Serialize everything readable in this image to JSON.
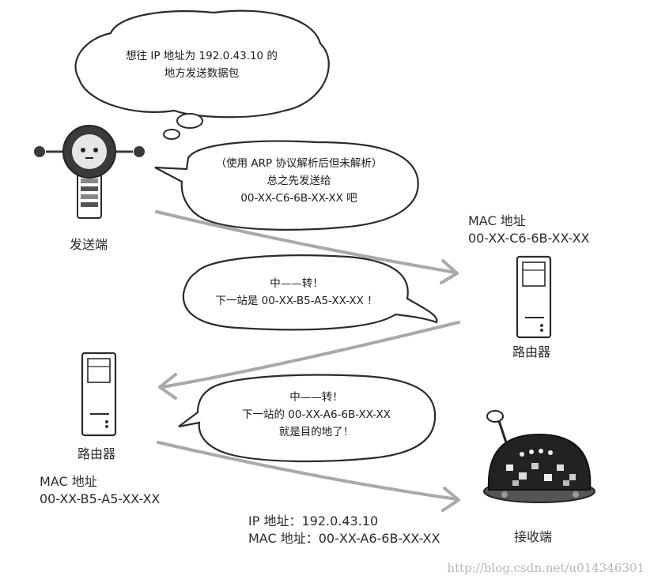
{
  "bubbles": {
    "thought": [
      "想往 IP 地址为 192.0.43.10 的",
      "地方发送数据包"
    ],
    "arp": [
      "（使用 ARP 协议解析后但未解析）",
      "总之先发送给",
      "00-XX-C6-6B-XX-XX 吧"
    ],
    "relay1": [
      "中——转！",
      "下一站是 00-XX-B5-A5-XX-XX ！"
    ],
    "relay2": [
      "中——转！",
      "下一站的 00-XX-A6-6B-XX-XX",
      "就是目的地了！"
    ]
  },
  "sender": {
    "label": "发送端"
  },
  "router1": {
    "mac_label": "MAC 地址",
    "mac": "00-XX-C6-6B-XX-XX",
    "label": "路由器"
  },
  "router2": {
    "label": "路由器",
    "mac_label": "MAC 地址",
    "mac": "00-XX-B5-A5-XX-XX"
  },
  "receiver": {
    "ip_line": "IP 地址：192.0.43.10",
    "mac_line": "MAC 地址：00-XX-A6-6B-XX-XX",
    "label": "接收端"
  },
  "watermark": "http://blog.csdn.net/u014346301",
  "colors": {
    "arrow": "#a9a9a9",
    "outline": "#2b2b2b",
    "robot_dark": "#3a3a3a",
    "receiver_shell": "#222222"
  }
}
